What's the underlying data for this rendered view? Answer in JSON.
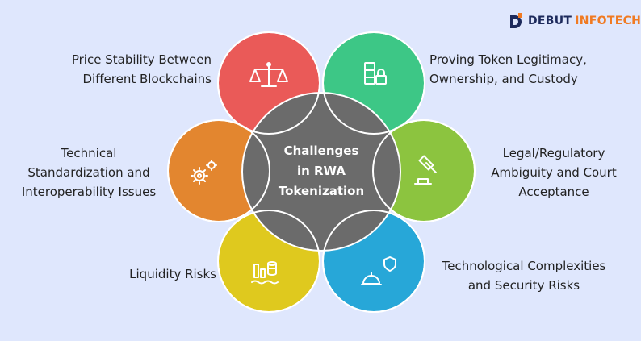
{
  "brand": {
    "word1": "DEBUT",
    "word2": "INFOTECH"
  },
  "center": {
    "line1": "Challenges",
    "line2": "in RWA",
    "line3": "Tokenization"
  },
  "challenges": [
    {
      "lines": [
        "Price Stability Between",
        "Different Blockchains"
      ],
      "color": "#ea5a58",
      "icon": "scales-icon"
    },
    {
      "lines": [
        "Proving Token Legitimacy,",
        "Ownership, and Custody"
      ],
      "color": "#3dc786",
      "icon": "document-lock-icon"
    },
    {
      "lines": [
        "Legal/Regulatory",
        "Ambiguity and Court",
        "Acceptance"
      ],
      "color": "#8cc43f",
      "icon": "gavel-icon"
    },
    {
      "lines": [
        "Technological Complexities",
        "and Security Risks"
      ],
      "color": "#27a7d8",
      "icon": "robot-shield-icon"
    },
    {
      "lines": [
        "Liquidity Risks"
      ],
      "color": "#dfc91e",
      "icon": "coins-chart-icon"
    },
    {
      "lines": [
        "Technical",
        "Standardization and",
        "Interoperability Issues"
      ],
      "color": "#e3862f",
      "icon": "gears-icon"
    }
  ],
  "colors": {
    "hub": "#6b6b6b",
    "background": "#dfe7fd"
  }
}
